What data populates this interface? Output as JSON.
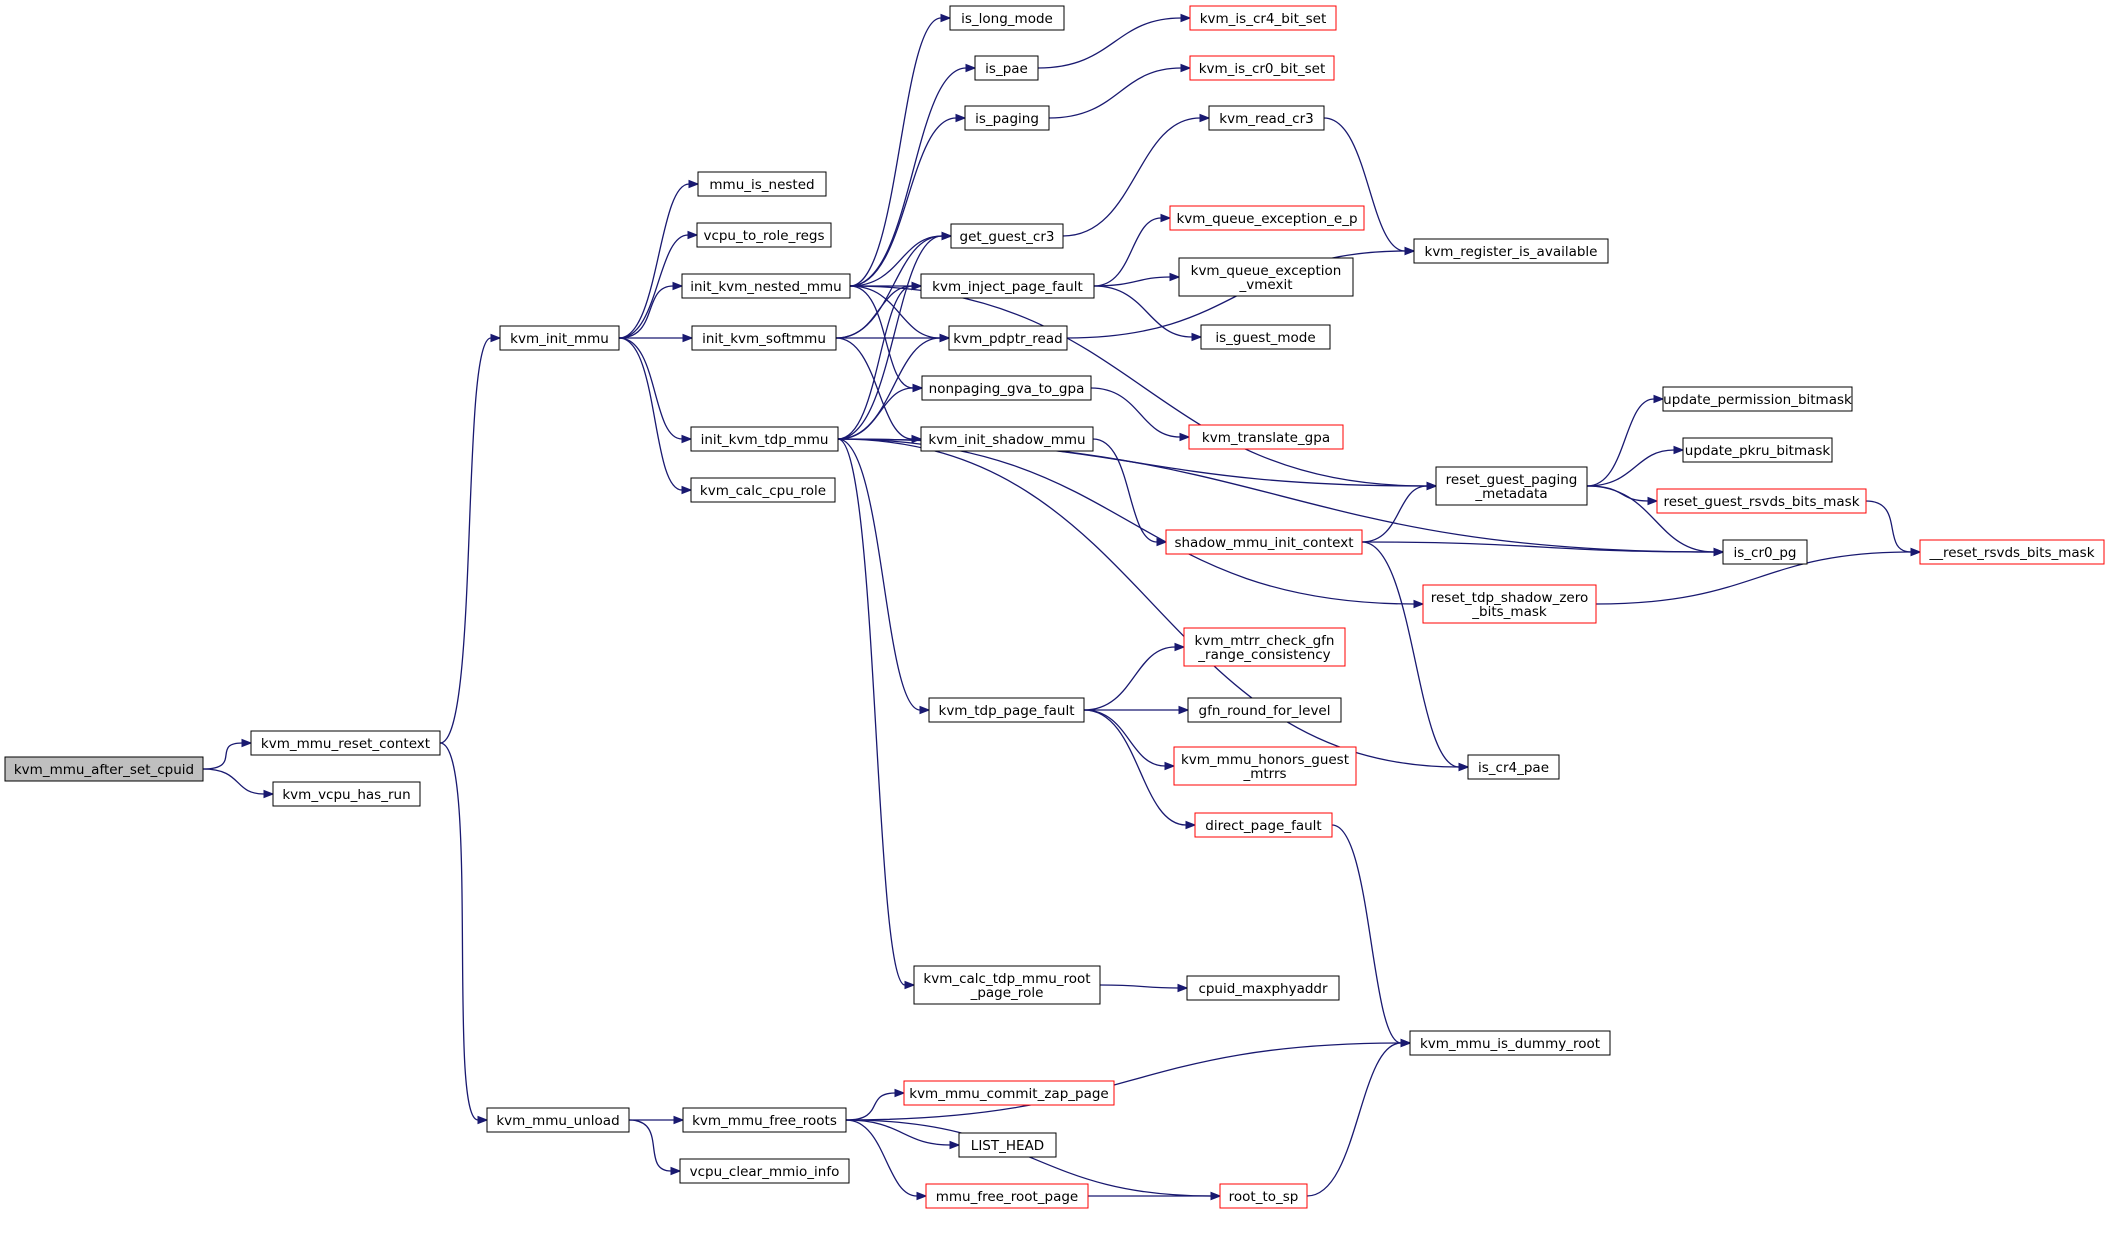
{
  "colors": {
    "edge": "#191970",
    "black_border": "#000000",
    "red_border": "#ff0000",
    "root_fill": "#bfbfbf"
  },
  "nodes": [
    {
      "id": "n0",
      "lines": [
        "kvm_mmu_after_set_cpuid"
      ],
      "border": "black",
      "root": true
    },
    {
      "id": "n1",
      "lines": [
        "kvm_mmu_reset_context"
      ],
      "border": "black"
    },
    {
      "id": "n2",
      "lines": [
        "kvm_vcpu_has_run"
      ],
      "border": "black"
    },
    {
      "id": "n3",
      "lines": [
        "kvm_init_mmu"
      ],
      "border": "black"
    },
    {
      "id": "n4",
      "lines": [
        "kvm_mmu_unload"
      ],
      "border": "black"
    },
    {
      "id": "n5",
      "lines": [
        "mmu_is_nested"
      ],
      "border": "black"
    },
    {
      "id": "n6",
      "lines": [
        "vcpu_to_role_regs"
      ],
      "border": "black"
    },
    {
      "id": "n7",
      "lines": [
        "init_kvm_nested_mmu"
      ],
      "border": "black"
    },
    {
      "id": "n8",
      "lines": [
        "init_kvm_softmmu"
      ],
      "border": "black"
    },
    {
      "id": "n9",
      "lines": [
        "init_kvm_tdp_mmu"
      ],
      "border": "black"
    },
    {
      "id": "n10",
      "lines": [
        "kvm_calc_cpu_role"
      ],
      "border": "black"
    },
    {
      "id": "n11",
      "lines": [
        "kvm_mmu_free_roots"
      ],
      "border": "black"
    },
    {
      "id": "n12",
      "lines": [
        "vcpu_clear_mmio_info"
      ],
      "border": "black"
    },
    {
      "id": "n13",
      "lines": [
        "is_long_mode"
      ],
      "border": "black"
    },
    {
      "id": "n14",
      "lines": [
        "is_pae"
      ],
      "border": "black"
    },
    {
      "id": "n15",
      "lines": [
        "is_paging"
      ],
      "border": "black"
    },
    {
      "id": "n16",
      "lines": [
        "get_guest_cr3"
      ],
      "border": "black"
    },
    {
      "id": "n17",
      "lines": [
        "kvm_inject_page_fault"
      ],
      "border": "black"
    },
    {
      "id": "n18",
      "lines": [
        "kvm_pdptr_read"
      ],
      "border": "black"
    },
    {
      "id": "n19",
      "lines": [
        "nonpaging_gva_to_gpa"
      ],
      "border": "black"
    },
    {
      "id": "n20",
      "lines": [
        "kvm_init_shadow_mmu"
      ],
      "border": "black"
    },
    {
      "id": "n21",
      "lines": [
        "kvm_tdp_page_fault"
      ],
      "border": "black"
    },
    {
      "id": "n22",
      "lines": [
        "kvm_calc_tdp_mmu_root",
        "_page_role"
      ],
      "border": "black"
    },
    {
      "id": "n23",
      "lines": [
        "kvm_mmu_commit_zap_page"
      ],
      "border": "red"
    },
    {
      "id": "n24",
      "lines": [
        "LIST_HEAD"
      ],
      "border": "black"
    },
    {
      "id": "n25",
      "lines": [
        "mmu_free_root_page"
      ],
      "border": "red"
    },
    {
      "id": "n26",
      "lines": [
        "kvm_is_cr4_bit_set"
      ],
      "border": "red"
    },
    {
      "id": "n27",
      "lines": [
        "kvm_is_cr0_bit_set"
      ],
      "border": "red"
    },
    {
      "id": "n28",
      "lines": [
        "kvm_read_cr3"
      ],
      "border": "black"
    },
    {
      "id": "n29",
      "lines": [
        "kvm_queue_exception_e_p"
      ],
      "border": "red"
    },
    {
      "id": "n30",
      "lines": [
        "kvm_queue_exception",
        "_vmexit"
      ],
      "border": "black"
    },
    {
      "id": "n31",
      "lines": [
        "is_guest_mode"
      ],
      "border": "black"
    },
    {
      "id": "n32",
      "lines": [
        "kvm_translate_gpa"
      ],
      "border": "red"
    },
    {
      "id": "n33",
      "lines": [
        "shadow_mmu_init_context"
      ],
      "border": "red"
    },
    {
      "id": "n34",
      "lines": [
        "reset_tdp_shadow_zero",
        "_bits_mask"
      ],
      "border": "red"
    },
    {
      "id": "n35",
      "lines": [
        "kvm_mtrr_check_gfn",
        "_range_consistency"
      ],
      "border": "red"
    },
    {
      "id": "n36",
      "lines": [
        "gfn_round_for_level"
      ],
      "border": "black"
    },
    {
      "id": "n37",
      "lines": [
        "kvm_mmu_honors_guest",
        "_mtrrs"
      ],
      "border": "red"
    },
    {
      "id": "n38",
      "lines": [
        "direct_page_fault"
      ],
      "border": "red"
    },
    {
      "id": "n39",
      "lines": [
        "cpuid_maxphyaddr"
      ],
      "border": "black"
    },
    {
      "id": "n40",
      "lines": [
        "root_to_sp"
      ],
      "border": "red"
    },
    {
      "id": "n41",
      "lines": [
        "kvm_register_is_available"
      ],
      "border": "black"
    },
    {
      "id": "n42",
      "lines": [
        "reset_guest_paging",
        "_metadata"
      ],
      "border": "black"
    },
    {
      "id": "n43",
      "lines": [
        "is_cr4_pae"
      ],
      "border": "black"
    },
    {
      "id": "n44",
      "lines": [
        "kvm_mmu_is_dummy_root"
      ],
      "border": "black"
    },
    {
      "id": "n45",
      "lines": [
        "update_permission_bitmask"
      ],
      "border": "black"
    },
    {
      "id": "n46",
      "lines": [
        "update_pkru_bitmask"
      ],
      "border": "black"
    },
    {
      "id": "n47",
      "lines": [
        "reset_guest_rsvds_bits_mask"
      ],
      "border": "red"
    },
    {
      "id": "n48",
      "lines": [
        "is_cr0_pg"
      ],
      "border": "black"
    },
    {
      "id": "n49",
      "lines": [
        "__reset_rsvds_bits_mask"
      ],
      "border": "red"
    }
  ],
  "edges": [
    [
      "n0",
      "n1"
    ],
    [
      "n0",
      "n2"
    ],
    [
      "n1",
      "n3"
    ],
    [
      "n1",
      "n4"
    ],
    [
      "n3",
      "n5"
    ],
    [
      "n3",
      "n6"
    ],
    [
      "n3",
      "n7"
    ],
    [
      "n3",
      "n8"
    ],
    [
      "n3",
      "n9"
    ],
    [
      "n3",
      "n10"
    ],
    [
      "n4",
      "n11"
    ],
    [
      "n4",
      "n12"
    ],
    [
      "n7",
      "n13"
    ],
    [
      "n7",
      "n14"
    ],
    [
      "n7",
      "n15"
    ],
    [
      "n7",
      "n16"
    ],
    [
      "n7",
      "n17"
    ],
    [
      "n7",
      "n18"
    ],
    [
      "n7",
      "n19"
    ],
    [
      "n7",
      "n42"
    ],
    [
      "n8",
      "n17"
    ],
    [
      "n8",
      "n18"
    ],
    [
      "n8",
      "n16"
    ],
    [
      "n8",
      "n20"
    ],
    [
      "n9",
      "n16"
    ],
    [
      "n9",
      "n17"
    ],
    [
      "n9",
      "n18"
    ],
    [
      "n9",
      "n19"
    ],
    [
      "n9",
      "n42"
    ],
    [
      "n9",
      "n34"
    ],
    [
      "n9",
      "n21"
    ],
    [
      "n9",
      "n22"
    ],
    [
      "n9",
      "n43"
    ],
    [
      "n9",
      "n48"
    ],
    [
      "n11",
      "n44"
    ],
    [
      "n11",
      "n23"
    ],
    [
      "n11",
      "n24"
    ],
    [
      "n11",
      "n25"
    ],
    [
      "n11",
      "n40"
    ],
    [
      "n14",
      "n26"
    ],
    [
      "n15",
      "n27"
    ],
    [
      "n16",
      "n28"
    ],
    [
      "n17",
      "n29"
    ],
    [
      "n17",
      "n30"
    ],
    [
      "n17",
      "n31"
    ],
    [
      "n18",
      "n41"
    ],
    [
      "n19",
      "n32"
    ],
    [
      "n20",
      "n33"
    ],
    [
      "n21",
      "n35"
    ],
    [
      "n21",
      "n36"
    ],
    [
      "n21",
      "n37"
    ],
    [
      "n21",
      "n38"
    ],
    [
      "n22",
      "n39"
    ],
    [
      "n25",
      "n40"
    ],
    [
      "n28",
      "n41"
    ],
    [
      "n33",
      "n42"
    ],
    [
      "n33",
      "n48"
    ],
    [
      "n33",
      "n43"
    ],
    [
      "n34",
      "n49"
    ],
    [
      "n38",
      "n44"
    ],
    [
      "n40",
      "n44"
    ],
    [
      "n42",
      "n45"
    ],
    [
      "n42",
      "n46"
    ],
    [
      "n42",
      "n47"
    ],
    [
      "n42",
      "n48"
    ],
    [
      "n47",
      "n49"
    ]
  ]
}
